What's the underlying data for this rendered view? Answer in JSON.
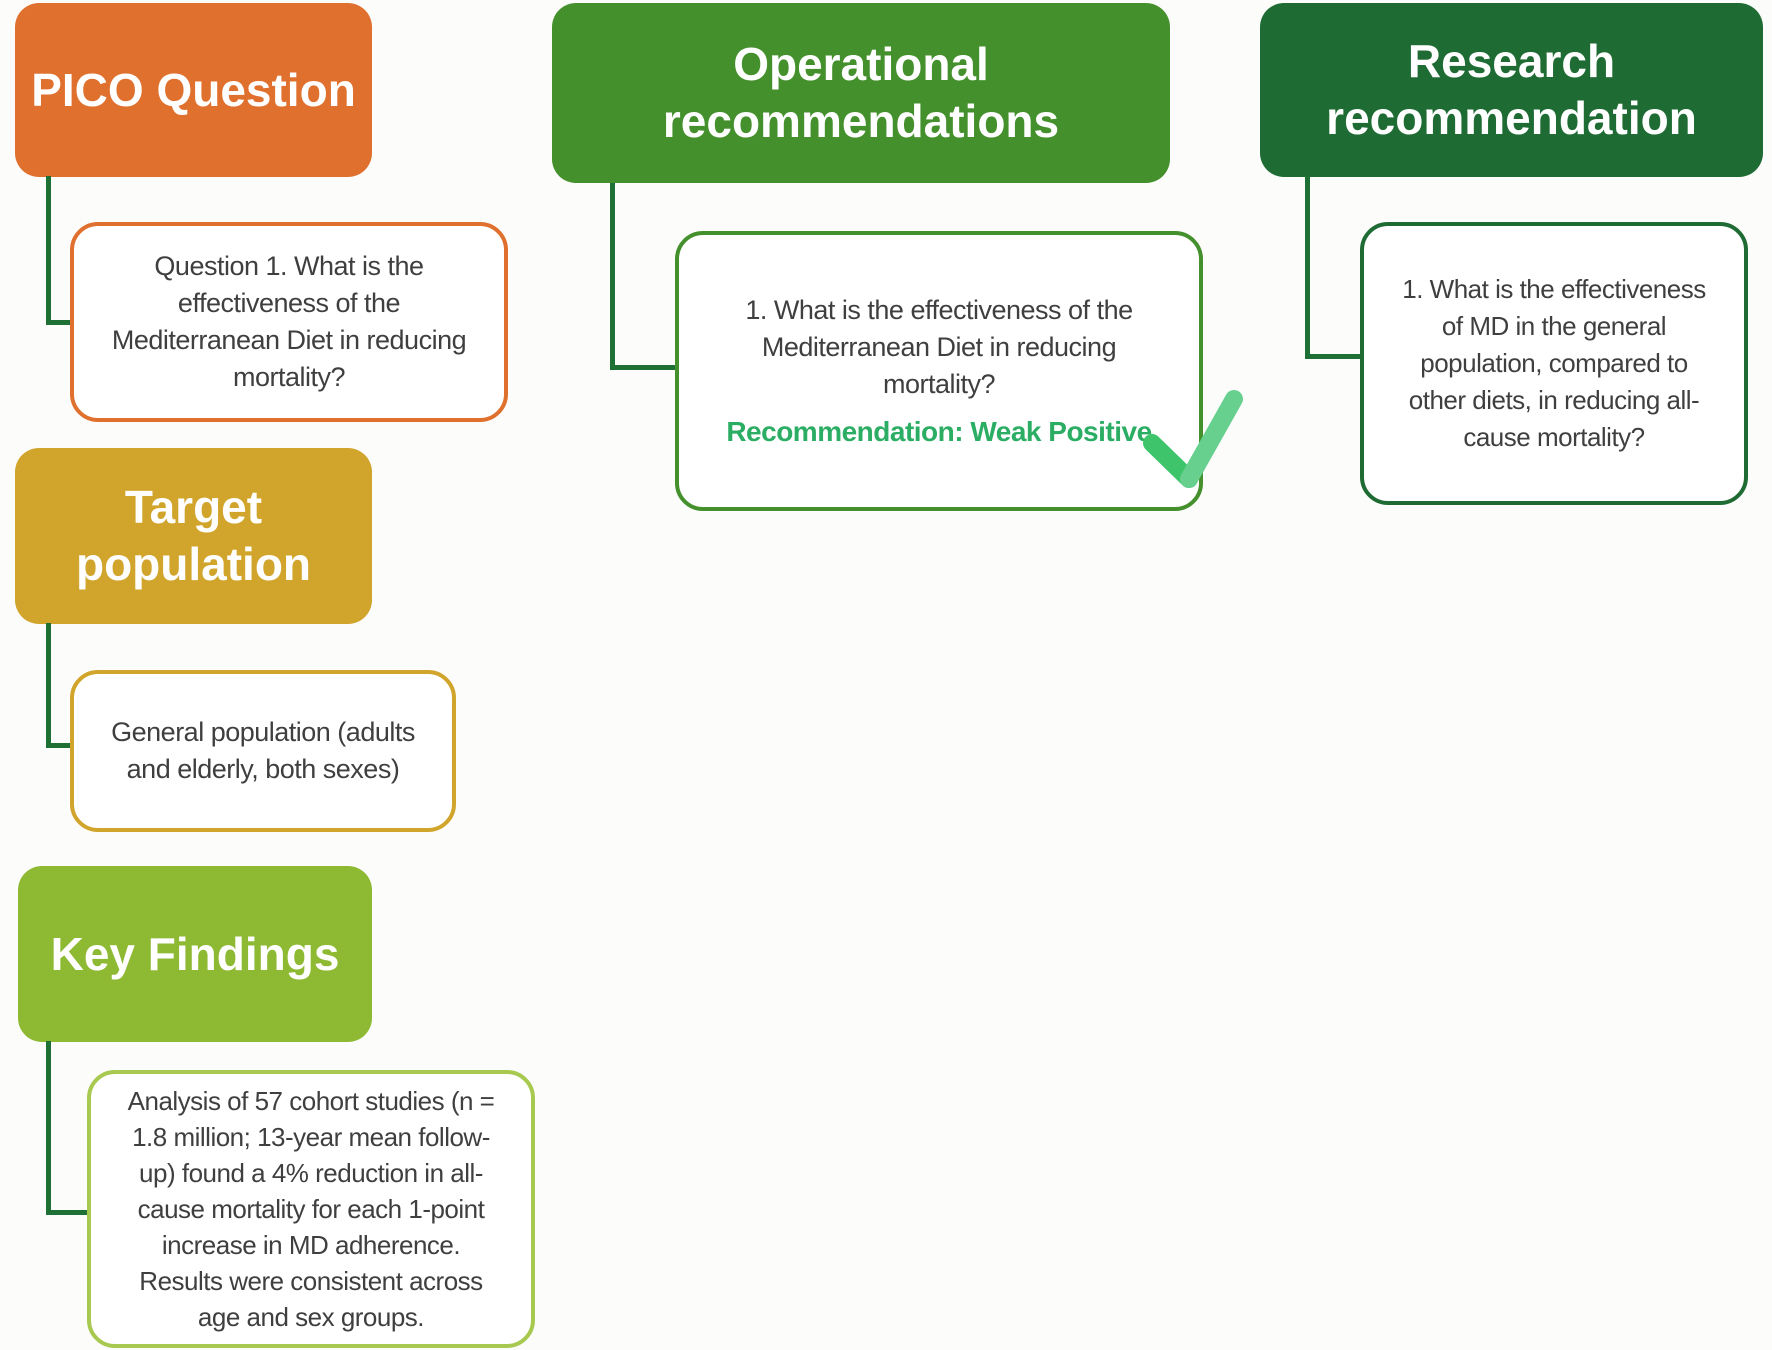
{
  "colors": {
    "background": "#FCFCFB",
    "header_text": "#FFFFFF",
    "body_text": "#3F3F3F",
    "orange": "#E0702E",
    "green": "#44902C",
    "dark_green": "#1F6B34",
    "gold": "#D1A42B",
    "yellow_green": "#8EB933",
    "key_card_border": "#A7C94F",
    "connector": "#1E7034",
    "check_dark": "#3EC56C",
    "check_light": "#68D08F",
    "recommendation_green": "#2BAD64"
  },
  "sections": {
    "pico": {
      "header_lines": [
        "PICO",
        "Question"
      ],
      "body_lines": [
        "Question 1. What is the",
        "effectiveness of the",
        "Mediterranean Diet in reducing",
        "mortality?"
      ]
    },
    "operational": {
      "header_lines": [
        "Operational",
        "recommendations"
      ],
      "body_lines": [
        "1. What is the effectiveness of the",
        "Mediterranean Diet in reducing",
        "mortality?"
      ],
      "recommendation": "Recommendation: Weak Positive",
      "check_icon": "check-mark"
    },
    "research": {
      "header_lines": [
        "Research",
        "recommendation"
      ],
      "body_lines": [
        "1. What is the effectiveness",
        "of MD in the general",
        "population, compared to",
        "other diets, in reducing all-",
        "cause mortality?"
      ]
    },
    "target": {
      "header_lines": [
        "Target",
        "population"
      ],
      "body_lines": [
        "General population (adults",
        "and elderly, both sexes)"
      ]
    },
    "key_findings": {
      "header_lines": [
        "Key Findings"
      ],
      "body_lines": [
        "Analysis of 57 cohort studies (n =",
        "1.8 million; 13-year mean follow-",
        "up) found a 4% reduction in all-",
        "cause mortality for each 1-point",
        "increase in MD adherence.",
        "Results were consistent across",
        "age and sex groups."
      ]
    }
  }
}
